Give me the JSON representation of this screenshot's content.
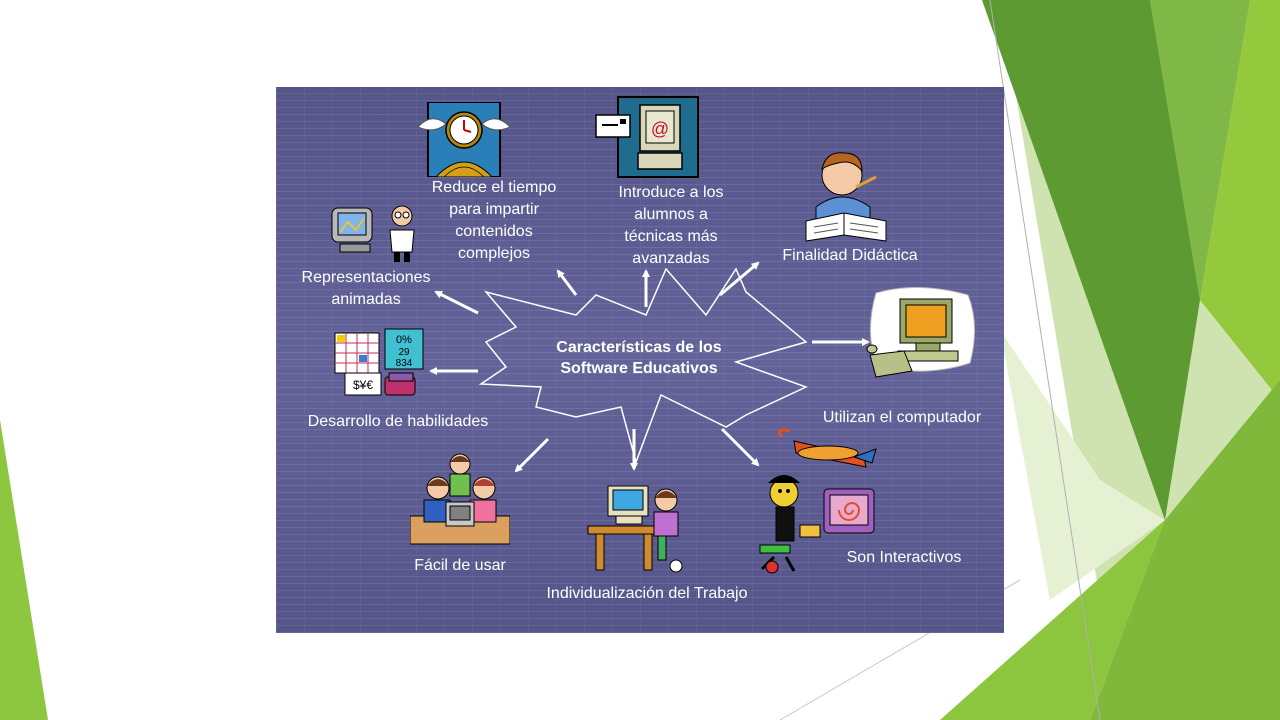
{
  "diagram": {
    "center": "Características de los\nSoftware Educativos",
    "nodes": {
      "reduce_tiempo": "Reduce el tiempo\npara impartir\ncontenidos\ncomplejos",
      "introduce_tecnicas": "Introduce a los\nalumnos a\ntécnicas más\navanzadas",
      "finalidad_didactica": "Finalidad Didáctica",
      "representaciones": "Representaciones\nanimadas",
      "desarrollo_habilidades": "Desarrollo de habilidades",
      "utilizan_computador": "Utilizan el computador",
      "facil_usar": "Fácil de usar",
      "individualizacion": "Individualización del Trabajo",
      "son_interactivos": "Son Interactivos"
    },
    "clipart": {
      "reduce_tiempo": "winged-clock-icon",
      "introduce_tecnicas": "email-computer-icon",
      "finalidad_didactica": "student-studying-icon",
      "representaciones": "person-with-computer-icon",
      "desarrollo_habilidades": "math-charts-icon",
      "utilizan_computador": "desktop-computer-icon",
      "facil_usar": "children-at-computer-icon",
      "individualizacion": "child-at-desk-icon",
      "son_interactivos": "interactive-media-icon"
    }
  },
  "colors": {
    "panel_bg": "#5b5b8e",
    "text": "#ffffff",
    "arrow": "#ffffff",
    "green_dark": "#5e9a32",
    "green_light": "#8dc63f"
  }
}
